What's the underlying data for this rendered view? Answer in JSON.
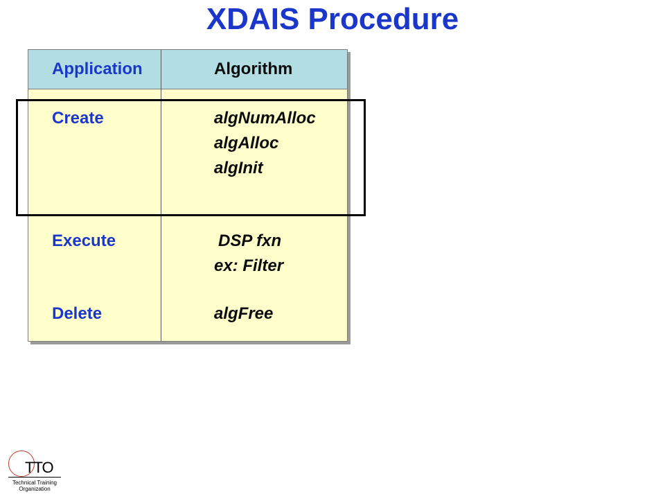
{
  "title": "XDAIS Procedure",
  "table": {
    "headers": {
      "application": "Application",
      "algorithm": "Algorithm"
    },
    "rows": {
      "create": {
        "application": "Create",
        "algorithm": [
          "algNumAlloc",
          "algAlloc",
          "algInit"
        ]
      },
      "execute": {
        "application": "Execute",
        "algorithm": [
          "DSP fxn",
          "ex: Filter"
        ]
      },
      "delete": {
        "application": "Delete",
        "algorithm": [
          "algFree"
        ]
      }
    }
  },
  "logo": {
    "mark": "TTO",
    "line1": "Technical Training",
    "line2": "Organization"
  }
}
